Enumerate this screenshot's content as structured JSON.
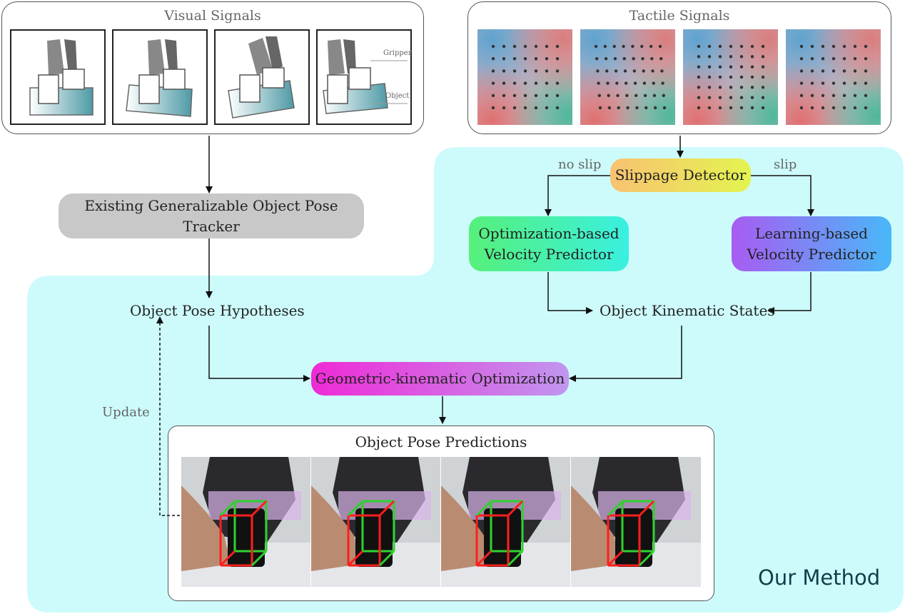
{
  "visual_panel": {
    "title": "Visual Signals",
    "labels": {
      "gripper": "Gripper",
      "object": "Object"
    }
  },
  "tactile_panel": {
    "title": "Tactile Signals"
  },
  "nodes": {
    "tracker": "Existing Generalizable Object Pose Tracker",
    "slippage": "Slippage Detector",
    "opt_velocity": [
      "Optimization-based",
      "Velocity Predictor"
    ],
    "learn_velocity": [
      "Learning-based",
      "Velocity Predictor"
    ],
    "hypotheses": "Object Pose Hypotheses",
    "kinematic_states": "Object Kinematic States",
    "geo_opt": "Geometric-kinematic Optimization",
    "predictions": "Object Pose Predictions"
  },
  "edge_labels": {
    "no_slip": "no slip",
    "slip": "slip",
    "update": "Update"
  },
  "region_label": "Our Method",
  "colors": {
    "cyan_region": "#cdfbfb",
    "tracker_box": "#c8c8c8",
    "slippage_gradient": [
      "#f9c272",
      "#e3f44f"
    ],
    "opt_gradient": [
      "#56f07a",
      "#39f0e0"
    ],
    "learn_gradient": [
      "#a85cf2",
      "#48b8f8"
    ],
    "geo_gradient": [
      "#ef2ad6",
      "#c196ef"
    ],
    "bbox_edges": [
      "#ff1e1e",
      "#2ed12e"
    ]
  }
}
